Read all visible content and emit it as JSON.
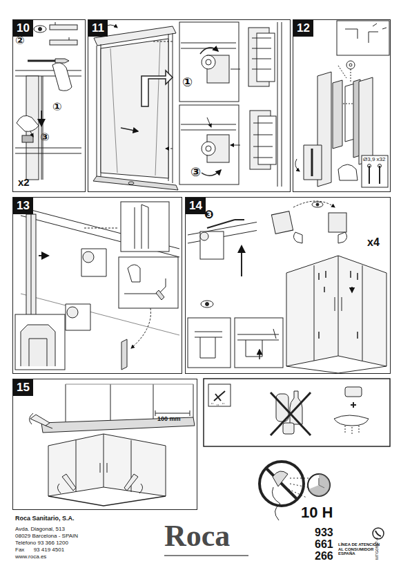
{
  "diagram": {
    "nodes": [
      {
        "text": [
          "10"
        ]
      },
      {
        "text": [
          "11"
        ]
      },
      {
        "text": [
          "12"
        ]
      },
      {
        "text": [
          "13"
        ]
      },
      {
        "text": [
          "14"
        ]
      },
      {
        "text": [
          "15"
        ]
      }
    ],
    "labels": [
      "②",
      "①",
      "③",
      "x2",
      "①",
      "③",
      "Ø3,9 x32",
      "❸",
      "x4",
      "100 mm",
      "10 H",
      "Roca Sanitario, S.A.",
      "Avda. Diagonal, 513",
      "08029 Barcelona - SPAIN",
      "Teléfono 93 366 1200",
      "Fax      93 419 4501",
      "www.roca.es",
      "Roca",
      "933",
      "661",
      "266",
      "LÍNEA DE ATENCIÓN AL CONSUMIDOR ESPAÑA",
      "MTG0807-4"
    ]
  }
}
